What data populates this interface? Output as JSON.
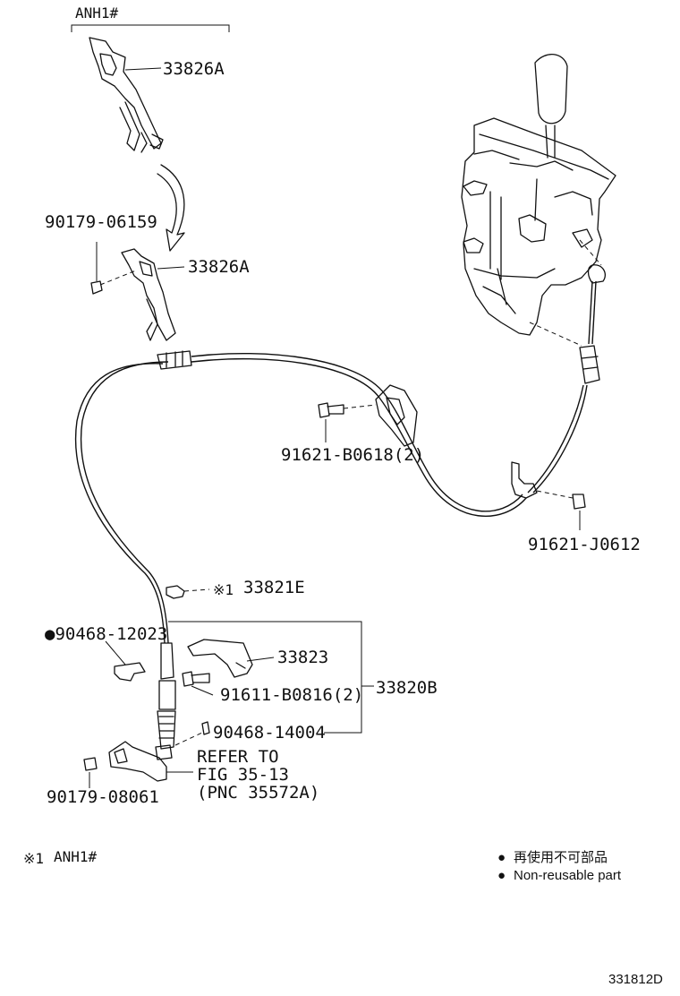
{
  "diagram": {
    "code": "331812D",
    "header_bracket_label": "ANH1#",
    "labels": {
      "p33826A_top": "33826A",
      "p33826A_mid": "33826A",
      "p90179_06159": "90179-06159",
      "p91621_B0618": "91621-B0618(2)",
      "p91621_J0612": "91621-J0612",
      "p33821E_mark": "※1",
      "p33821E": "33821E",
      "p90468_12023": "90468-12023",
      "p33823": "33823",
      "p33820B": "33820B",
      "p91611_B0816": "91611-B0816(2)",
      "p90468_14004": "90468-14004",
      "refer_line1": "REFER TO",
      "refer_line2": "FIG 35-13",
      "refer_line3": "(PNC 35572A)",
      "p90179_08061": "90179-08061"
    },
    "footnote": {
      "mark": "※1",
      "text": "ANH1#"
    },
    "legend": [
      {
        "symbol": "●",
        "text": "再使用不可部品"
      },
      {
        "symbol": "●",
        "text": "Non-reusable part"
      }
    ]
  }
}
